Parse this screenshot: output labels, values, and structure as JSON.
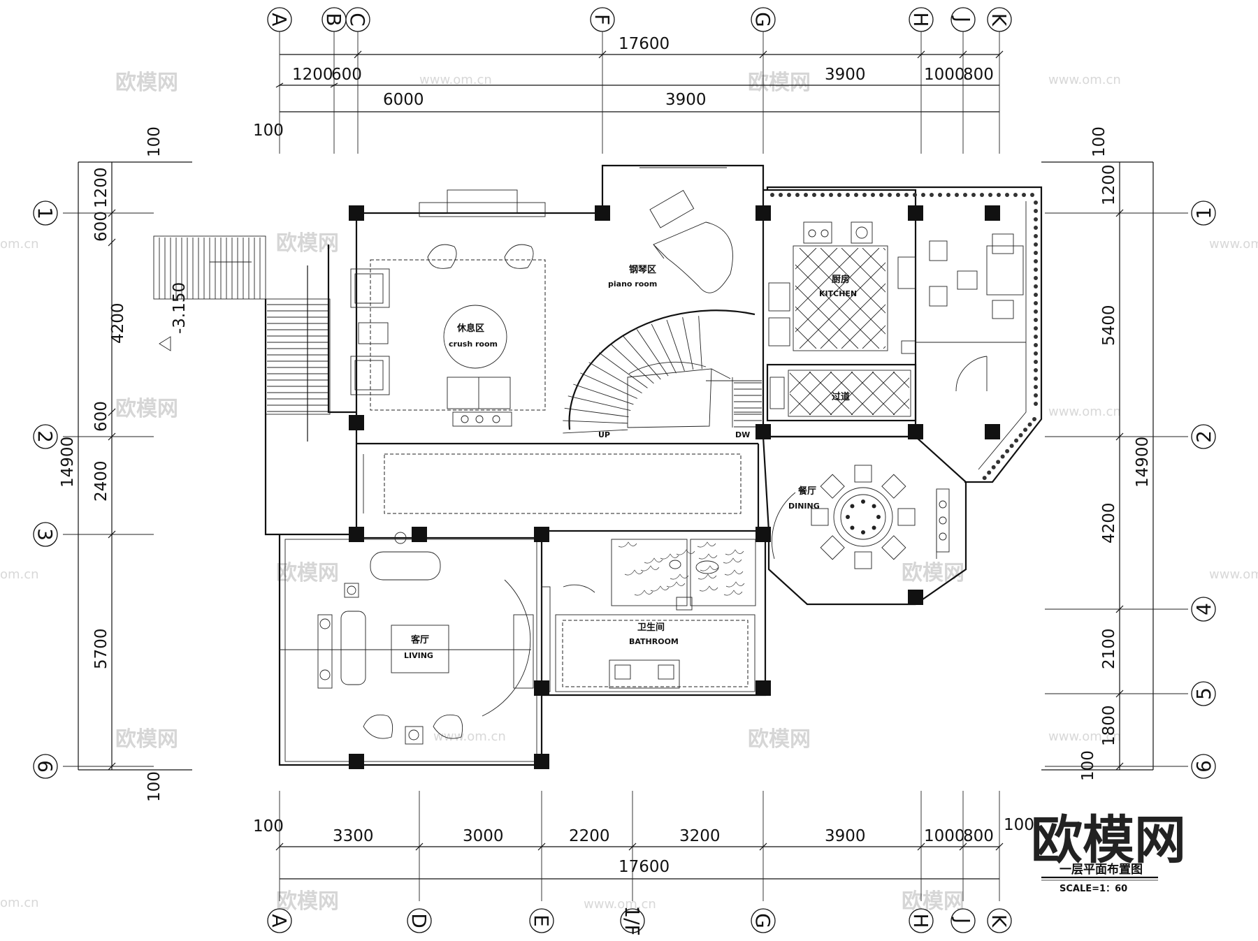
{
  "drawing": {
    "title": "一层平面布置图",
    "scale": "SCALE=1：60",
    "brand_watermark": "欧模网",
    "watermark_url": "www.om.cn",
    "watermark_cn": "欧模网",
    "watermark_partial": "om.cn"
  },
  "grid": {
    "top_letters": [
      "A",
      "B",
      "C",
      "F",
      "G",
      "H",
      "J",
      "K"
    ],
    "bottom_letters": [
      "A",
      "D",
      "E",
      "1/F",
      "G",
      "H",
      "J",
      "K"
    ],
    "left_numbers": [
      "1",
      "2",
      "3",
      "6"
    ],
    "right_numbers": [
      "1",
      "2",
      "4",
      "5",
      "6"
    ]
  },
  "dimensions": {
    "top_total": "17600",
    "top_row1": [
      "1200",
      "600",
      "3900",
      "1000",
      "800"
    ],
    "top_row2": [
      "6000",
      "3900"
    ],
    "top_offset": "100",
    "bottom_row": [
      "3300",
      "3000",
      "2200",
      "3200",
      "3900",
      "1000",
      "800"
    ],
    "bottom_total": "17600",
    "bottom_offset_left": "100",
    "bottom_offset_right": "100",
    "left_total": "14900",
    "left_segments": [
      "1200",
      "600",
      "4200",
      "600",
      "2400",
      "5700"
    ],
    "left_offset_top": "100",
    "left_offset_bottom": "100",
    "right_total": "14900",
    "right_segments": [
      "1200",
      "5400",
      "4200",
      "2100",
      "1800"
    ],
    "right_offset_top": "100",
    "right_offset_bottom": "100",
    "level_mark": "-3.150"
  },
  "rooms": {
    "crush_cn": "休息区",
    "crush_en": "crush room",
    "piano_cn": "钢琴区",
    "piano_en": "piano room",
    "kitchen_cn": "厨房",
    "kitchen_en": "KITCHEN",
    "corridor_cn": "过道",
    "dining_cn": "餐厅",
    "dining_en": "DINING",
    "living_cn": "客厅",
    "living_en": "LIVING",
    "bath_cn": "卫生间",
    "bath_en": "BATHROOM",
    "stair_up": "UP",
    "stair_down": "DW"
  }
}
